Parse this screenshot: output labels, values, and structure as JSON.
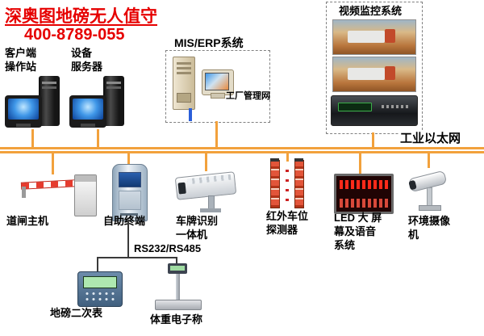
{
  "header": {
    "title": "深奥图地磅无人值守",
    "phone": "400-8789-055"
  },
  "nodes": {
    "client_station": "客户端\n操作站",
    "device_server": "设备\n服务器",
    "mis_erp_system": "MIS/ERP系统",
    "factory_network": "工厂管理网",
    "video_system": "视频监控系统",
    "industrial_ethernet": "工业以太网",
    "barrier_host": "道闸主机",
    "self_service_terminal": "自助终端",
    "lpr_machine": "车牌识别\n一体机",
    "infrared_detector": "红外车位\n探测器",
    "led_voice_system": "LED 大 屏\n幕及语音\n系统",
    "environment_camera": "环境摄像\n机",
    "rs_interface": "RS232/RS485",
    "weighbridge_indicator": "地磅二次表",
    "electronic_scale": "体重电子称"
  },
  "colors": {
    "bus": "#f2a13c",
    "accent_red": "#e60000"
  }
}
